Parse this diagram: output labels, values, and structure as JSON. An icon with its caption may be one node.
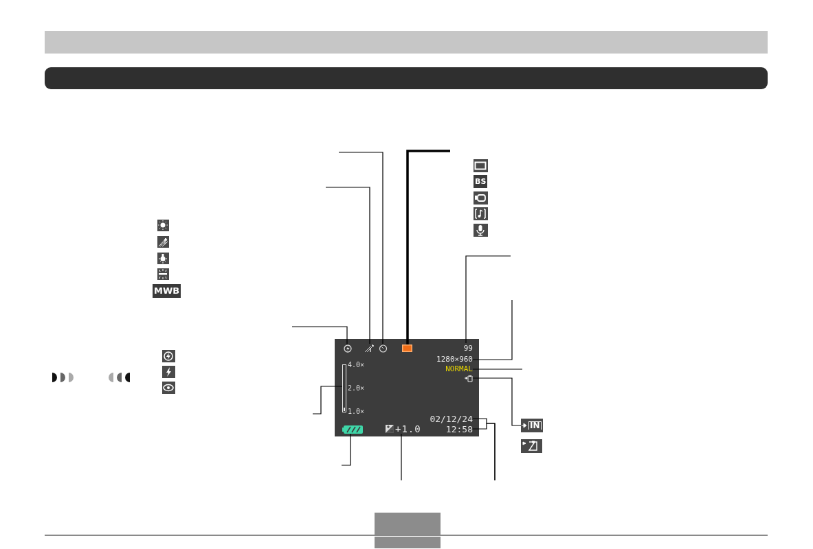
{
  "diagram": {
    "nodes": [
      {
        "text": [],
        "shape": "box"
      },
      {
        "text": [],
        "shape": "icon",
        "in": 0
      },
      {
        "text": [],
        "shape": "icon",
        "in": 0
      },
      {
        "text": [],
        "shape": "icon",
        "in": 0
      },
      {
        "text": [],
        "shape": "box",
        "in": 0
      },
      {
        "text": [
          "99"
        ],
        "in": 0
      },
      {
        "text": [
          "1280×960"
        ],
        "in": 0
      },
      {
        "text": [
          "NORMAL"
        ],
        "in": 0
      },
      {
        "text": [],
        "shape": "icon",
        "in": 0
      },
      {
        "text": [],
        "shape": "bar",
        "in": 0
      },
      {
        "text": [
          "02/12/24"
        ],
        "in": 0
      },
      {
        "text": [],
        "shape": "icon",
        "in": 0
      },
      {
        "text": [
          "+1.0"
        ],
        "in": 0
      },
      {
        "text": [
          "12:58"
        ],
        "in": 0
      },
      {
        "text": [
          "IN"
        ]
      }
    ],
    "edges": [
      {
        "from": null,
        "to": 3,
        "arrow": "none"
      },
      {
        "from": null,
        "to": 2,
        "arrow": "none"
      },
      {
        "from": null,
        "to": 4,
        "arrow": "none",
        "style": "thick"
      },
      {
        "from": null,
        "to": 5,
        "arrow": "none"
      },
      {
        "from": null,
        "to": 6,
        "arrow": "none"
      },
      {
        "from": null,
        "to": 7,
        "arrow": "none"
      },
      {
        "from": 8,
        "to": 14,
        "arrow": "none"
      },
      {
        "from": null,
        "to": 1,
        "arrow": "none"
      },
      {
        "from": null,
        "to": 9,
        "arrow": "none"
      },
      {
        "from": null,
        "to": 11,
        "arrow": "none"
      },
      {
        "from": null,
        "to": 12,
        "arrow": "none"
      },
      {
        "from": null,
        "to": 10,
        "arrow": "none"
      },
      {
        "from": null,
        "to": 13,
        "arrow": "none"
      }
    ],
    "labels": [
      "MWB",
      "BS",
      "4.0×",
      "2.0×",
      "1.0×"
    ]
  }
}
